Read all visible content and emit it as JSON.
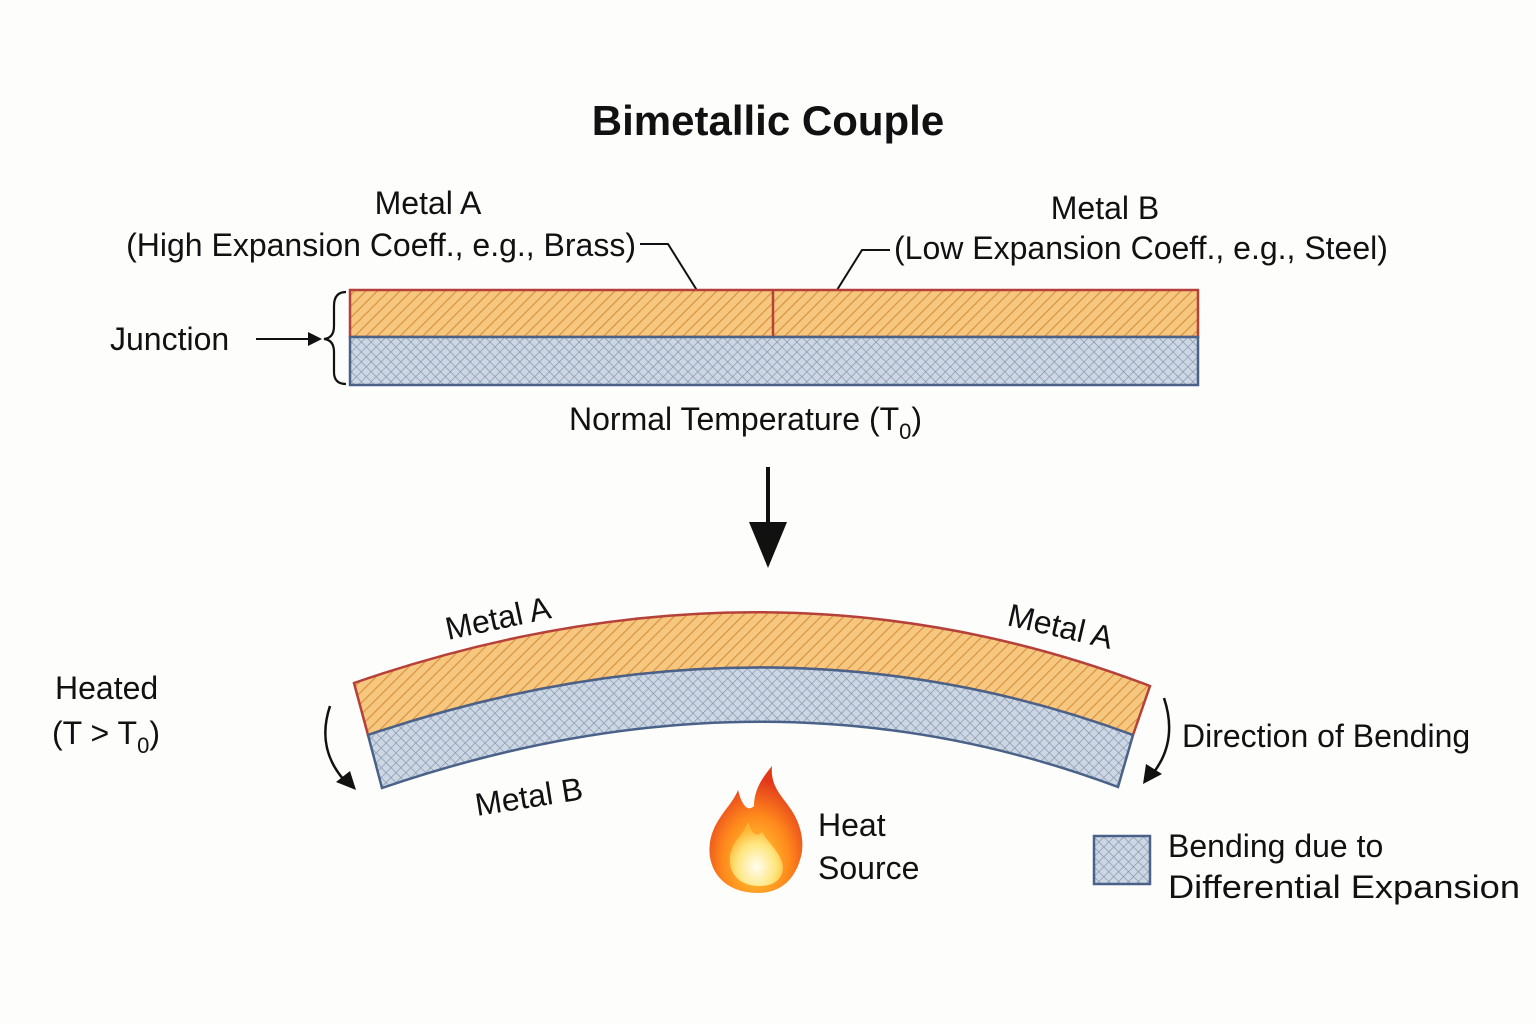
{
  "title": "Bimetallic Couple",
  "top": {
    "metal_a_name": "Metal A",
    "metal_a_desc": "(High Expansion Coeff., e.g., Brass)",
    "metal_b_name": "Metal B",
    "metal_b_desc": "(Low Expansion Coeff., e.g., Steel)",
    "junction": "Junction",
    "temp_label": "Normal Temperature (T",
    "temp_sub": "0",
    "temp_close": ")"
  },
  "bottom": {
    "metal_a_left": "Metal A",
    "metal_a_right": "Metal A",
    "metal_b": "Metal B",
    "heated": "Heated",
    "heated_cond": "(T > T",
    "heated_sub": "0",
    "heated_close": ")",
    "direction": "Direction of Bending",
    "heat_line1": "Heat",
    "heat_line2": "Source"
  },
  "legend": {
    "line1": "Bending due to",
    "line2": "Differential Expansion"
  },
  "colors": {
    "metal_a_fill": "#f6c77e",
    "metal_a_hatch": "#d98e3b",
    "metal_a_border": "#b5413a",
    "metal_b_fill": "#cdd7e3",
    "metal_b_hatch": "#7f93ad",
    "metal_b_border": "#4a6288"
  },
  "icons": {
    "arrow": "down-arrow-icon",
    "flame": "flame-icon"
  }
}
